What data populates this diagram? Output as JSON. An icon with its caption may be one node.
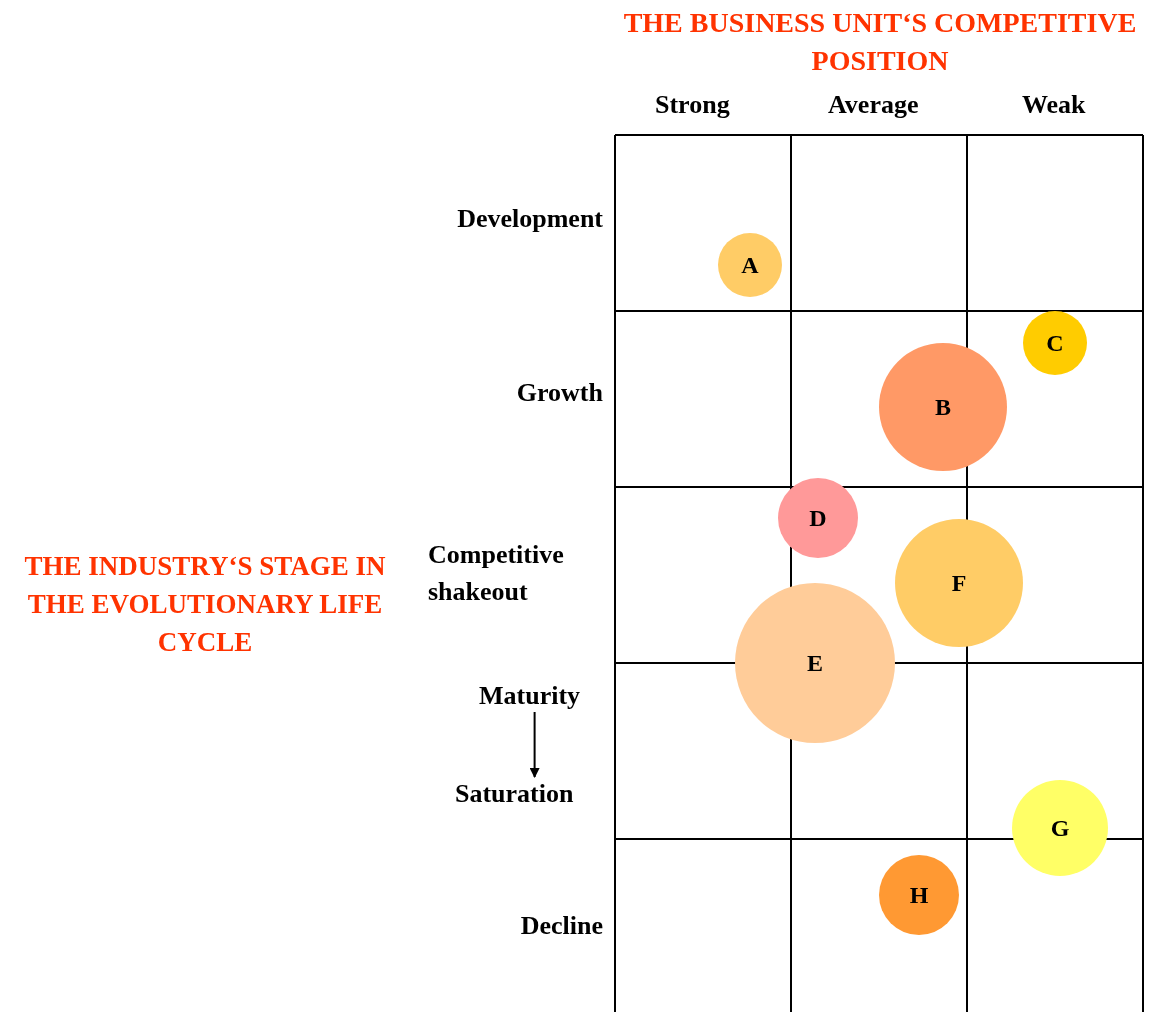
{
  "diagram": {
    "title": "THE BUSINESS UNIT‘S COMPETITIVE POSITION",
    "nodes": [
      {
        "text": [
          "A"
        ]
      },
      {
        "text": [
          "C"
        ]
      },
      {
        "text": [
          "B"
        ]
      },
      {
        "text": [
          "D"
        ]
      },
      {
        "text": [
          "F"
        ]
      },
      {
        "text": [
          "E"
        ]
      },
      {
        "text": [
          "G"
        ]
      },
      {
        "text": [
          "H"
        ]
      },
      {
        "text": [
          "Maturity"
        ]
      },
      {
        "text": [
          "Saturation"
        ]
      }
    ],
    "edges": [
      {
        "from": 8,
        "to": 9,
        "arrow": "to"
      }
    ],
    "labels": [
      "Strong",
      "Average",
      "Weak",
      "Development",
      "Growth",
      "Competitive shakeout",
      "THE INDUSTRY‘S STAGE IN THE EVOLUTIONARY LIFE CYCLE",
      "Decline"
    ]
  }
}
